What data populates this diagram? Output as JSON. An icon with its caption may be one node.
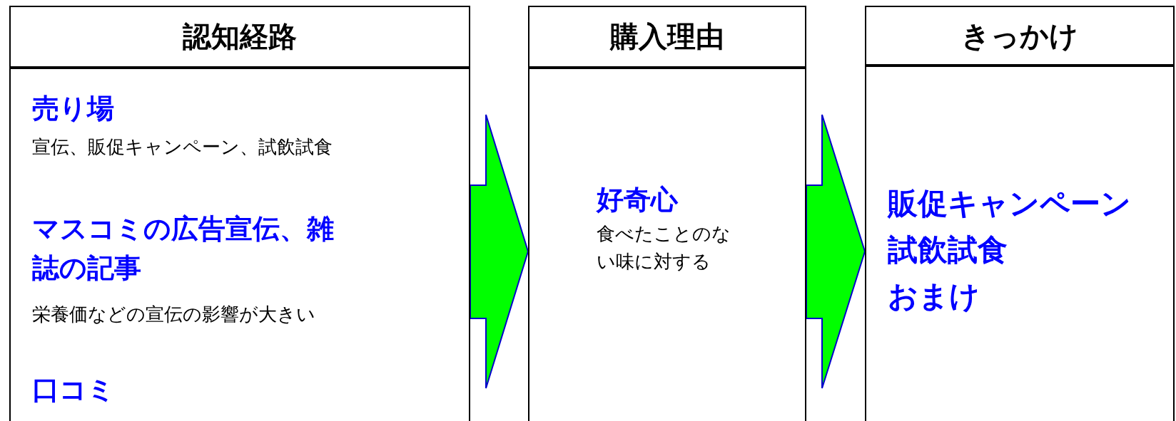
{
  "diagram": {
    "nodes": [
      {
        "text": [
          "認知経路"
        ]
      },
      {
        "text": [
          "売り場",
          "宣伝、販促キャンペーン、試飲試食",
          "マスコミの広告宣伝、雑誌の記事",
          "栄養価などの宣伝の影響が大きい",
          "口コミ"
        ]
      },
      {
        "text": [
          "購入理由"
        ]
      },
      {
        "text": [
          "好奇心",
          "食べたことのない味に対する"
        ]
      },
      {
        "text": [
          "きっかけ"
        ]
      },
      {
        "text": [
          "販促キャンペーン",
          "試飲試食",
          "おまけ"
        ]
      }
    ],
    "edges": [
      {
        "from": 1,
        "to": 3,
        "arrow": "to"
      },
      {
        "from": 3,
        "to": 5,
        "arrow": "to"
      }
    ]
  }
}
